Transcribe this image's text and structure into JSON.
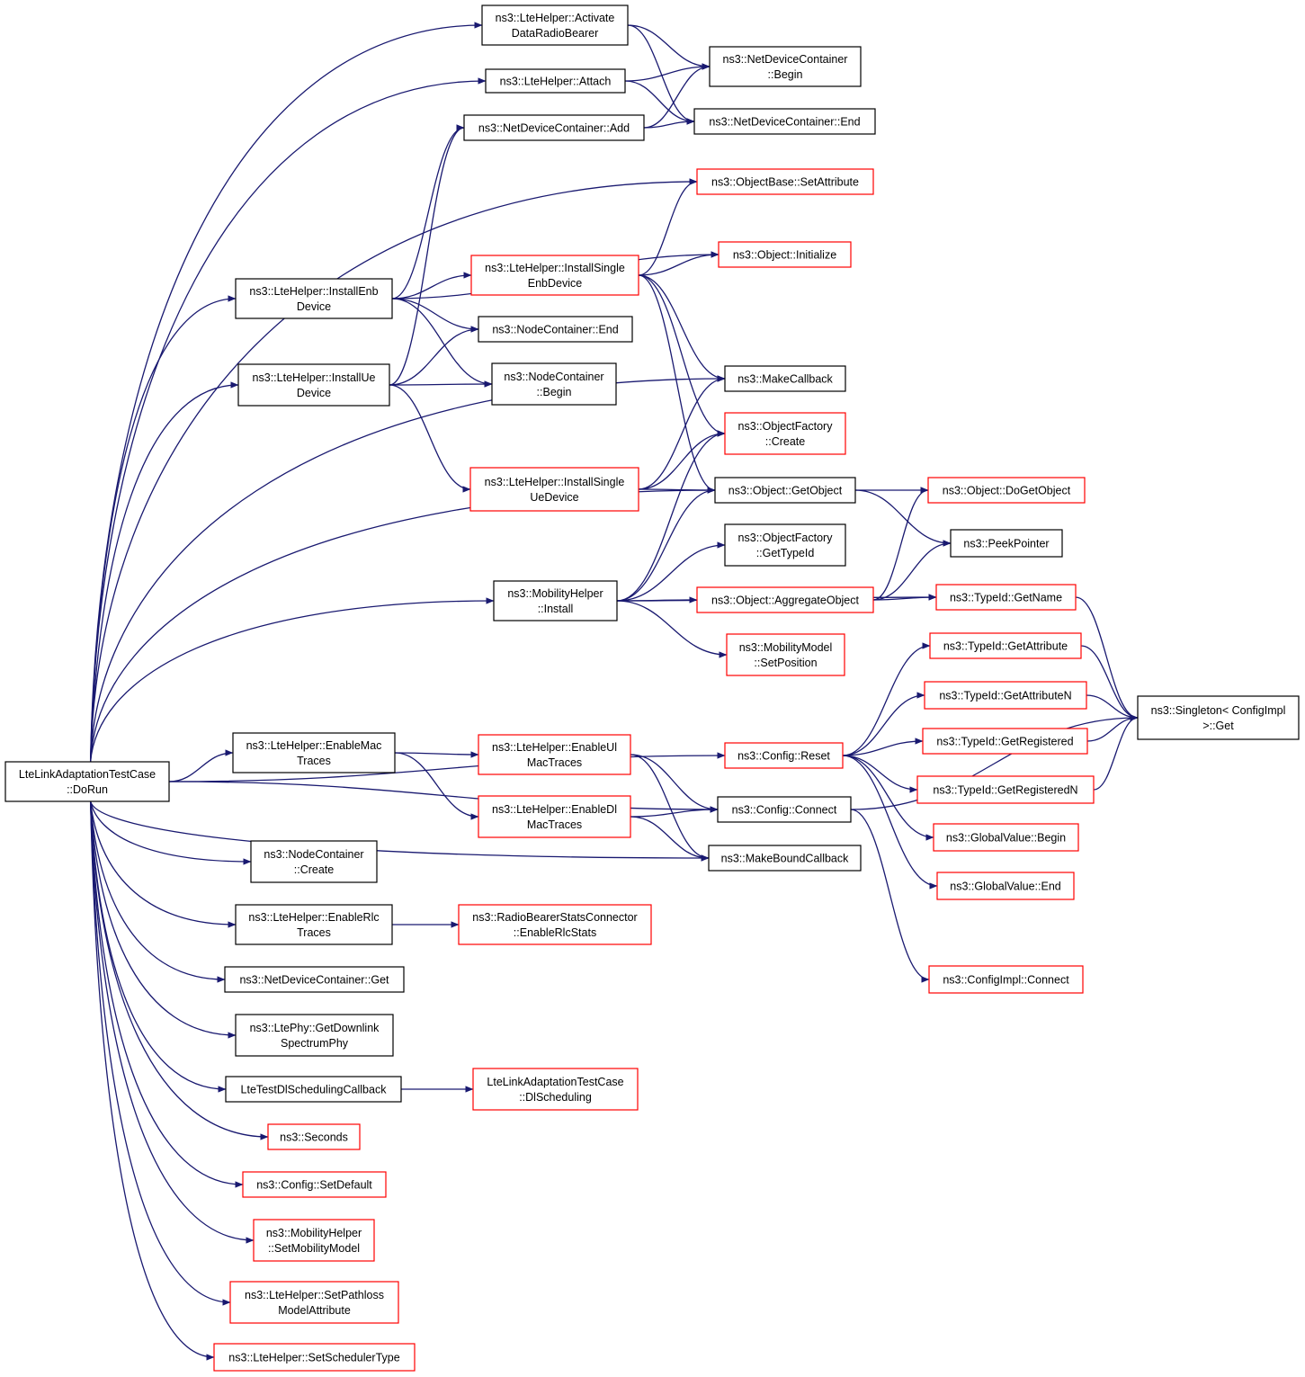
{
  "colors": {
    "edge": "#191970",
    "border_black": "#000000",
    "border_red": "#ff0000",
    "root_fill": "#bfbfbf"
  },
  "nodes": [
    {
      "id": "root",
      "lines": [
        "LteLinkAdaptationTestCase",
        "::DoRun"
      ],
      "border": "black",
      "root": true
    },
    {
      "id": "activate",
      "lines": [
        "ns3::LteHelper::Activate",
        "DataRadioBearer"
      ],
      "border": "black"
    },
    {
      "id": "attach",
      "lines": [
        "ns3::LteHelper::Attach"
      ],
      "border": "black"
    },
    {
      "id": "ndc_add",
      "lines": [
        "ns3::NetDeviceContainer::Add"
      ],
      "border": "black"
    },
    {
      "id": "ndc_begin",
      "lines": [
        "ns3::NetDeviceContainer",
        "::Begin"
      ],
      "border": "black"
    },
    {
      "id": "ndc_end",
      "lines": [
        "ns3::NetDeviceContainer::End"
      ],
      "border": "black"
    },
    {
      "id": "ob_setattr",
      "lines": [
        "ns3::ObjectBase::SetAttribute"
      ],
      "border": "red"
    },
    {
      "id": "obj_init",
      "lines": [
        "ns3::Object::Initialize"
      ],
      "border": "red"
    },
    {
      "id": "inst_enb",
      "lines": [
        "ns3::LteHelper::InstallEnb",
        "Device"
      ],
      "border": "black"
    },
    {
      "id": "inst_single_enb",
      "lines": [
        "ns3::LteHelper::InstallSingle",
        "EnbDevice"
      ],
      "border": "red"
    },
    {
      "id": "nc_end",
      "lines": [
        "ns3::NodeContainer::End"
      ],
      "border": "black"
    },
    {
      "id": "nc_begin",
      "lines": [
        "ns3::NodeContainer",
        "::Begin"
      ],
      "border": "black"
    },
    {
      "id": "inst_ue",
      "lines": [
        "ns3::LteHelper::InstallUe",
        "Device"
      ],
      "border": "black"
    },
    {
      "id": "makecb",
      "lines": [
        "ns3::MakeCallback"
      ],
      "border": "black"
    },
    {
      "id": "of_create",
      "lines": [
        "ns3::ObjectFactory",
        "::Create"
      ],
      "border": "red"
    },
    {
      "id": "inst_single_ue",
      "lines": [
        "ns3::LteHelper::InstallSingle",
        "UeDevice"
      ],
      "border": "red"
    },
    {
      "id": "getobject",
      "lines": [
        "ns3::Object::GetObject"
      ],
      "border": "black"
    },
    {
      "id": "dogetobject",
      "lines": [
        "ns3::Object::DoGetObject"
      ],
      "border": "red"
    },
    {
      "id": "peekptr",
      "lines": [
        "ns3::PeekPointer"
      ],
      "border": "black"
    },
    {
      "id": "of_typeid",
      "lines": [
        "ns3::ObjectFactory",
        "::GetTypeId"
      ],
      "border": "black"
    },
    {
      "id": "mob_install",
      "lines": [
        "ns3::MobilityHelper",
        "::Install"
      ],
      "border": "black"
    },
    {
      "id": "aggregate",
      "lines": [
        "ns3::Object::AggregateObject"
      ],
      "border": "red"
    },
    {
      "id": "tid_getname",
      "lines": [
        "ns3::TypeId::GetName"
      ],
      "border": "red"
    },
    {
      "id": "mm_setpos",
      "lines": [
        "ns3::MobilityModel",
        "::SetPosition"
      ],
      "border": "red"
    },
    {
      "id": "tid_getattr",
      "lines": [
        "ns3::TypeId::GetAttribute"
      ],
      "border": "red"
    },
    {
      "id": "tid_getattrn",
      "lines": [
        "ns3::TypeId::GetAttributeN"
      ],
      "border": "red"
    },
    {
      "id": "singleton",
      "lines": [
        "ns3::Singleton< ConfigImpl",
        ">::Get"
      ],
      "border": "black"
    },
    {
      "id": "tid_getreg",
      "lines": [
        "ns3::TypeId::GetRegistered"
      ],
      "border": "red"
    },
    {
      "id": "config_reset",
      "lines": [
        "ns3::Config::Reset"
      ],
      "border": "red"
    },
    {
      "id": "tid_getregn",
      "lines": [
        "ns3::TypeId::GetRegisteredN"
      ],
      "border": "red"
    },
    {
      "id": "en_mac",
      "lines": [
        "ns3::LteHelper::EnableMac",
        "Traces"
      ],
      "border": "black"
    },
    {
      "id": "en_ulmac",
      "lines": [
        "ns3::LteHelper::EnableUl",
        "MacTraces"
      ],
      "border": "red"
    },
    {
      "id": "en_dlmac",
      "lines": [
        "ns3::LteHelper::EnableDl",
        "MacTraces"
      ],
      "border": "red"
    },
    {
      "id": "config_connect",
      "lines": [
        "ns3::Config::Connect"
      ],
      "border": "black"
    },
    {
      "id": "makeboundcb",
      "lines": [
        "ns3::MakeBoundCallback"
      ],
      "border": "black"
    },
    {
      "id": "gv_begin",
      "lines": [
        "ns3::GlobalValue::Begin"
      ],
      "border": "red"
    },
    {
      "id": "gv_end",
      "lines": [
        "ns3::GlobalValue::End"
      ],
      "border": "red"
    },
    {
      "id": "nc_create",
      "lines": [
        "ns3::NodeContainer",
        "::Create"
      ],
      "border": "black"
    },
    {
      "id": "en_rlc",
      "lines": [
        "ns3::LteHelper::EnableRlc",
        "Traces"
      ],
      "border": "black"
    },
    {
      "id": "rbsc_rlc",
      "lines": [
        "ns3::RadioBearerStatsConnector",
        "::EnableRlcStats"
      ],
      "border": "red"
    },
    {
      "id": "ndc_get",
      "lines": [
        "ns3::NetDeviceContainer::Get"
      ],
      "border": "black"
    },
    {
      "id": "configimpl_connect",
      "lines": [
        "ns3::ConfigImpl::Connect"
      ],
      "border": "red"
    },
    {
      "id": "ltephy_dl",
      "lines": [
        "ns3::LtePhy::GetDownlink",
        "SpectrumPhy"
      ],
      "border": "black"
    },
    {
      "id": "lte_test_dl",
      "lines": [
        "LteTestDlSchedulingCallback"
      ],
      "border": "black"
    },
    {
      "id": "lla_dlsched",
      "lines": [
        "LteLinkAdaptationTestCase",
        "::DlScheduling"
      ],
      "border": "red"
    },
    {
      "id": "seconds",
      "lines": [
        "ns3::Seconds"
      ],
      "border": "red"
    },
    {
      "id": "config_setdef",
      "lines": [
        "ns3::Config::SetDefault"
      ],
      "border": "red"
    },
    {
      "id": "mob_setmodel",
      "lines": [
        "ns3::MobilityHelper",
        "::SetMobilityModel"
      ],
      "border": "red"
    },
    {
      "id": "set_pathloss",
      "lines": [
        "ns3::LteHelper::SetPathloss",
        "ModelAttribute"
      ],
      "border": "red"
    },
    {
      "id": "set_sched",
      "lines": [
        "ns3::LteHelper::SetSchedulerType"
      ],
      "border": "red"
    }
  ],
  "edges": [
    [
      "root",
      "activate"
    ],
    [
      "root",
      "attach"
    ],
    [
      "root",
      "ob_setattr"
    ],
    [
      "root",
      "inst_enb"
    ],
    [
      "root",
      "inst_ue"
    ],
    [
      "root",
      "makecb"
    ],
    [
      "root",
      "getobject"
    ],
    [
      "root",
      "mob_install"
    ],
    [
      "root",
      "config_reset"
    ],
    [
      "root",
      "config_connect"
    ],
    [
      "root",
      "en_mac"
    ],
    [
      "root",
      "makeboundcb"
    ],
    [
      "root",
      "nc_create"
    ],
    [
      "root",
      "en_rlc"
    ],
    [
      "root",
      "ndc_get"
    ],
    [
      "root",
      "ltephy_dl"
    ],
    [
      "root",
      "lte_test_dl"
    ],
    [
      "root",
      "seconds"
    ],
    [
      "root",
      "config_setdef"
    ],
    [
      "root",
      "mob_setmodel"
    ],
    [
      "root",
      "set_pathloss"
    ],
    [
      "root",
      "set_sched"
    ],
    [
      "activate",
      "ndc_begin"
    ],
    [
      "activate",
      "ndc_end"
    ],
    [
      "attach",
      "ndc_begin"
    ],
    [
      "attach",
      "ndc_end"
    ],
    [
      "ndc_add",
      "ndc_begin"
    ],
    [
      "ndc_add",
      "ndc_end"
    ],
    [
      "inst_enb",
      "ndc_add"
    ],
    [
      "inst_enb",
      "obj_init"
    ],
    [
      "inst_enb",
      "inst_single_enb"
    ],
    [
      "inst_enb",
      "nc_end"
    ],
    [
      "inst_enb",
      "nc_begin"
    ],
    [
      "inst_single_enb",
      "ob_setattr"
    ],
    [
      "inst_single_enb",
      "obj_init"
    ],
    [
      "inst_single_enb",
      "makecb"
    ],
    [
      "inst_single_enb",
      "of_create"
    ],
    [
      "inst_single_enb",
      "getobject"
    ],
    [
      "inst_ue",
      "ndc_add"
    ],
    [
      "inst_ue",
      "nc_end"
    ],
    [
      "inst_ue",
      "nc_begin"
    ],
    [
      "inst_ue",
      "inst_single_ue"
    ],
    [
      "inst_single_ue",
      "makecb"
    ],
    [
      "inst_single_ue",
      "of_create"
    ],
    [
      "inst_single_ue",
      "getobject"
    ],
    [
      "getobject",
      "dogetobject"
    ],
    [
      "getobject",
      "peekptr"
    ],
    [
      "mob_install",
      "of_create"
    ],
    [
      "mob_install",
      "getobject"
    ],
    [
      "mob_install",
      "of_typeid"
    ],
    [
      "mob_install",
      "aggregate"
    ],
    [
      "mob_install",
      "mm_setpos"
    ],
    [
      "mob_install",
      "tid_getname"
    ],
    [
      "aggregate",
      "dogetobject"
    ],
    [
      "aggregate",
      "peekptr"
    ],
    [
      "aggregate",
      "tid_getname"
    ],
    [
      "tid_getname",
      "singleton"
    ],
    [
      "tid_getattr",
      "singleton"
    ],
    [
      "tid_getattrn",
      "singleton"
    ],
    [
      "tid_getreg",
      "singleton"
    ],
    [
      "tid_getregn",
      "singleton"
    ],
    [
      "config_reset",
      "tid_getattr"
    ],
    [
      "config_reset",
      "tid_getattrn"
    ],
    [
      "config_reset",
      "tid_getreg"
    ],
    [
      "config_reset",
      "tid_getregn"
    ],
    [
      "config_reset",
      "gv_begin"
    ],
    [
      "config_reset",
      "gv_end"
    ],
    [
      "en_mac",
      "en_ulmac"
    ],
    [
      "en_mac",
      "en_dlmac"
    ],
    [
      "en_ulmac",
      "config_connect"
    ],
    [
      "en_ulmac",
      "makeboundcb"
    ],
    [
      "en_dlmac",
      "config_connect"
    ],
    [
      "en_dlmac",
      "makeboundcb"
    ],
    [
      "config_connect",
      "configimpl_connect"
    ],
    [
      "config_connect",
      "singleton"
    ],
    [
      "en_rlc",
      "rbsc_rlc"
    ],
    [
      "lte_test_dl",
      "lla_dlsched"
    ]
  ]
}
